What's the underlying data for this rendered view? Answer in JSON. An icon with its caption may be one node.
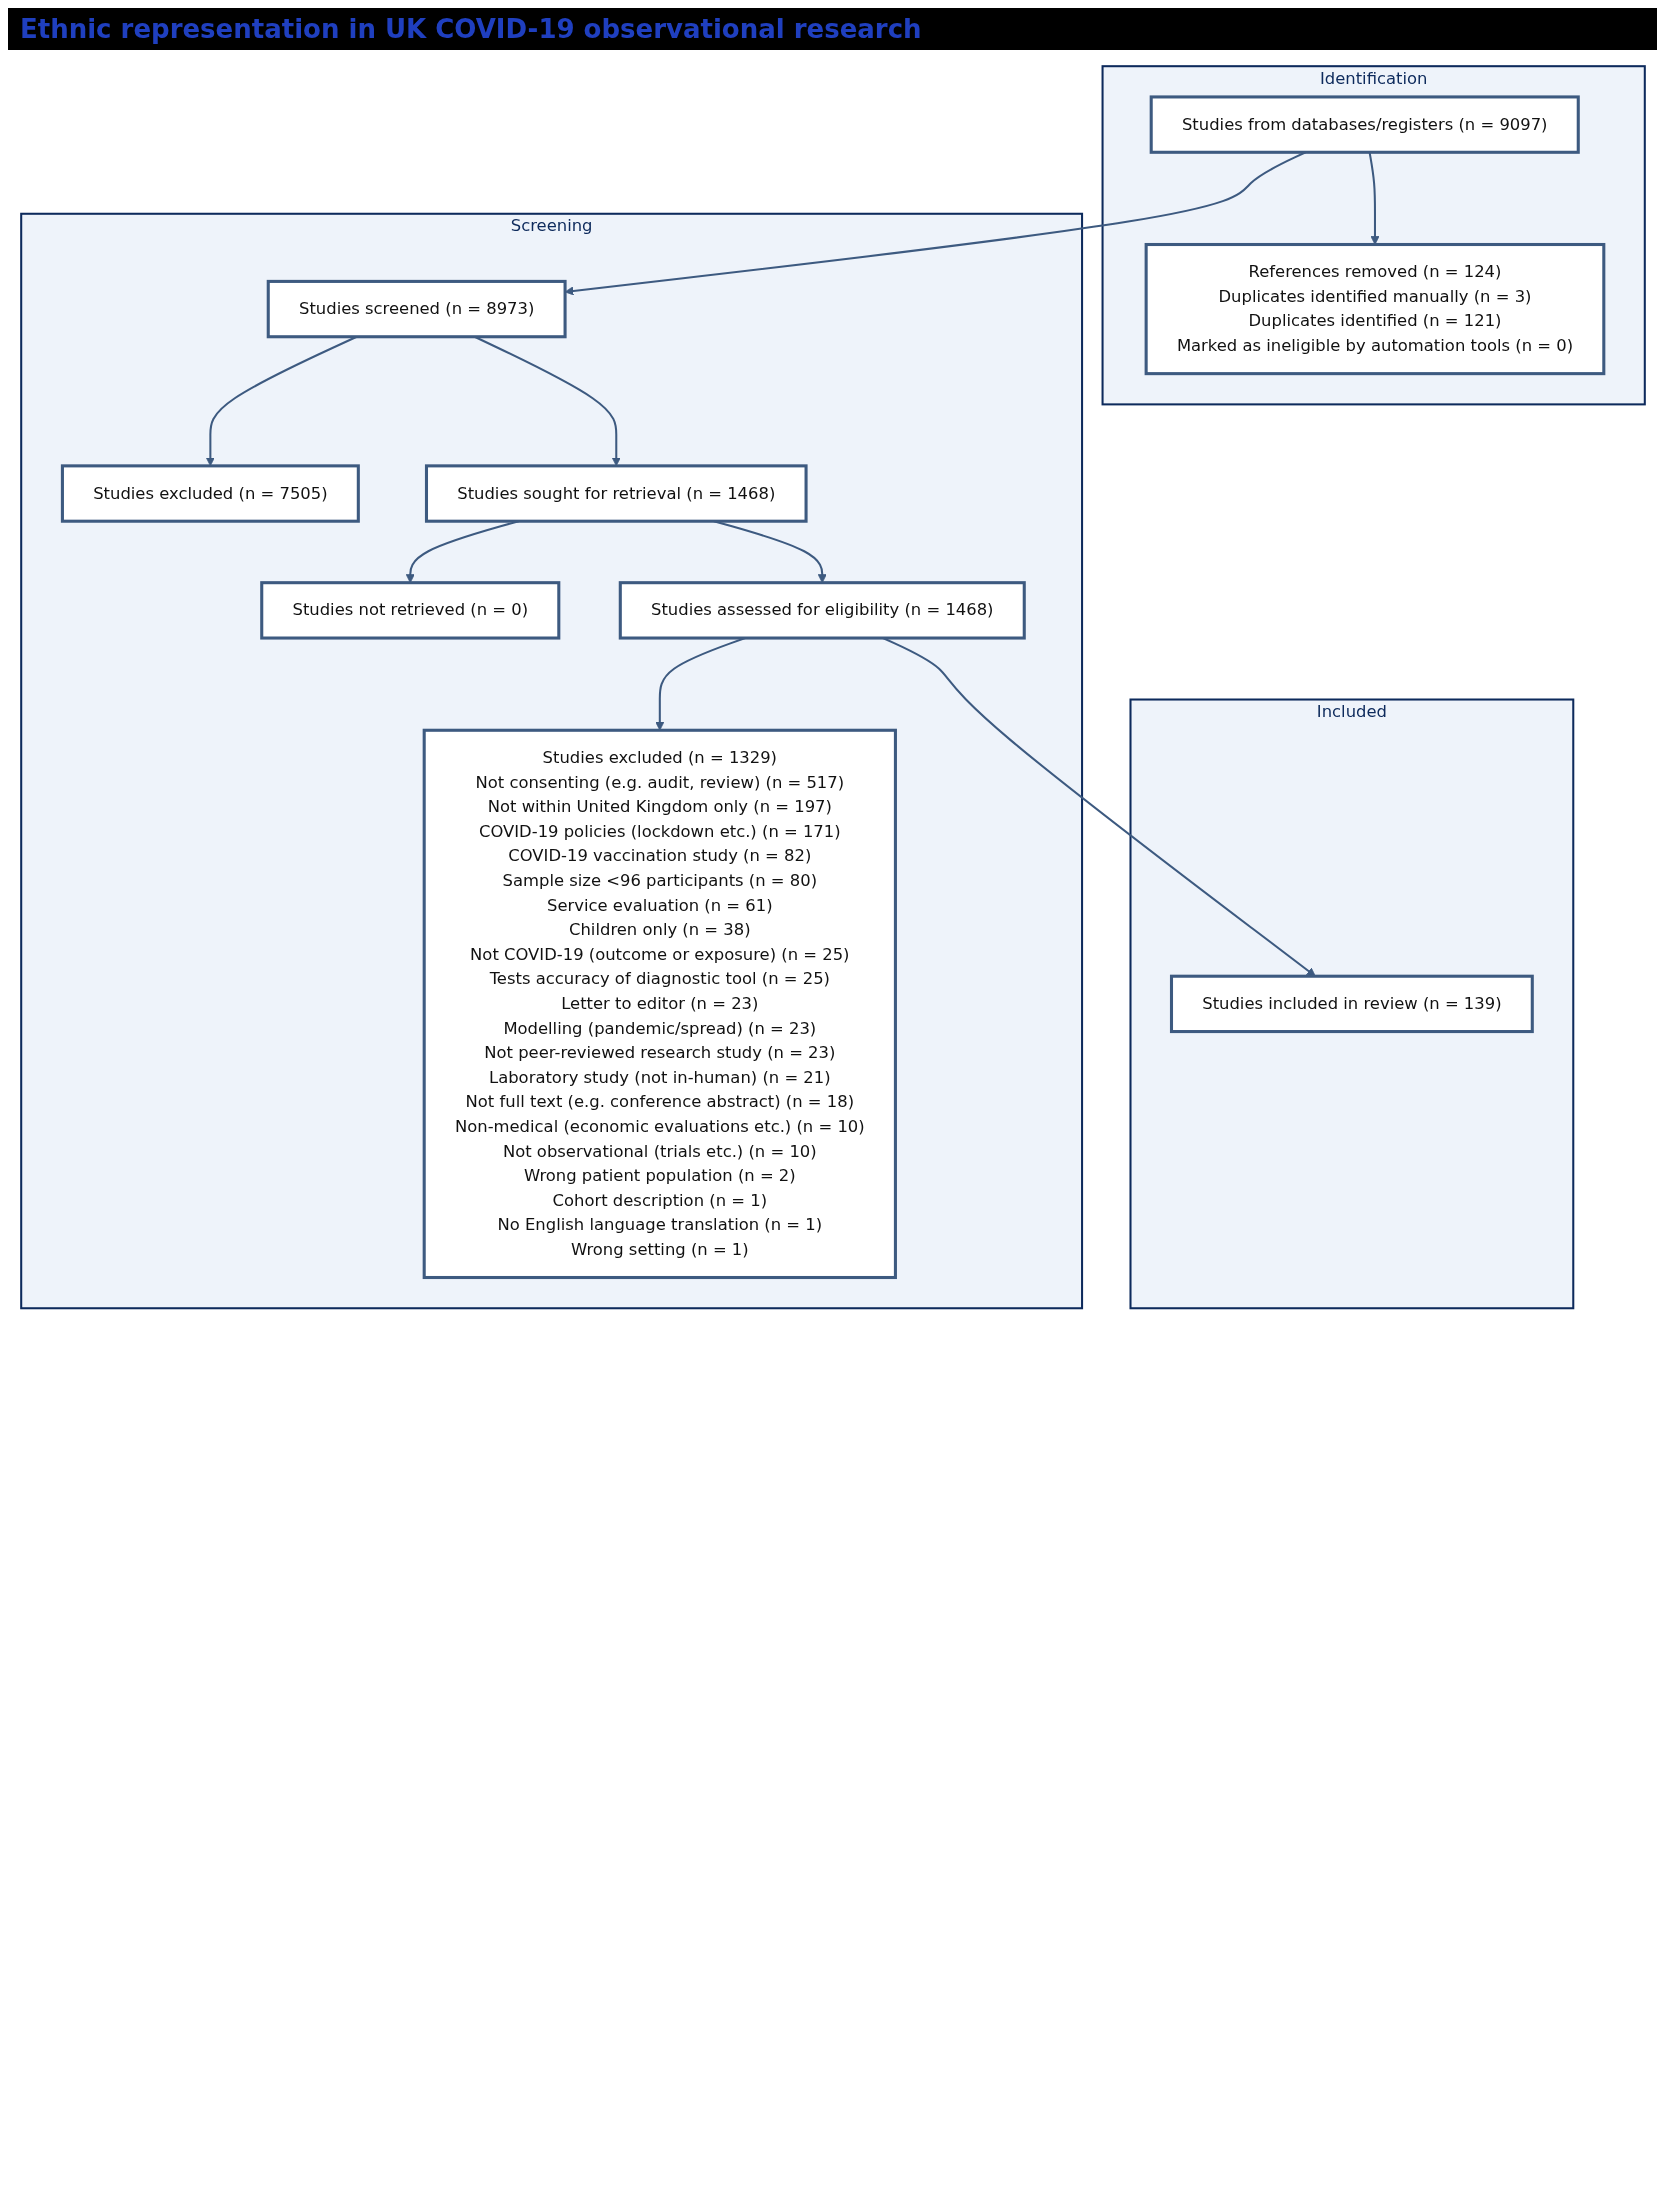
{
  "diagram": {
    "title": "Ethnic representation in UK COVID-19 observational research",
    "nodes": [
      {
        "text": [
          "Identification"
        ]
      },
      {
        "text": [
          "Studies from databases/registers (n = 9097)"
        ],
        "in": 0
      },
      {
        "text": [
          "References removed (n = 124)",
          "Duplicates identified manually (n = 3)",
          "Duplicates identified (n = 121)",
          "Marked as ineligible by automation tools (n = 0)"
        ],
        "in": 0
      },
      {
        "text": [
          "Screening"
        ]
      },
      {
        "text": [
          "Studies screened (n = 8973)"
        ],
        "in": 3
      },
      {
        "text": [
          "Studies excluded (n = 7505)"
        ],
        "in": 3
      },
      {
        "text": [
          "Studies sought for retrieval (n = 1468)"
        ],
        "in": 3
      },
      {
        "text": [
          "Studies not retrieved (n = 0)"
        ],
        "in": 3
      },
      {
        "text": [
          "Studies assessed for eligibility (n = 1468)"
        ],
        "in": 3
      },
      {
        "text": [
          "Studies excluded (n = 1329)",
          "Not consenting (e.g. audit, review) (n = 517)",
          "Not within United Kingdom only (n = 197)",
          "COVID-19 policies (lockdown etc.) (n = 171)",
          "COVID-19 vaccination study (n = 82)",
          "Sample size <96 participants (n = 80)",
          "Service evaluation (n = 61)",
          "Children only (n = 38)",
          "Not COVID-19 (outcome or exposure) (n = 25)",
          "Tests accuracy of diagnostic tool (n = 25)",
          "Letter to editor (n = 23)",
          "Modelling (pandemic/spread) (n = 23)",
          "Not peer-reviewed research study (n = 23)",
          "Laboratory study (not in-human) (n = 21)",
          "Not full text (e.g. conference abstract) (n = 18)",
          "Non-medical (economic evaluations etc.) (n = 10)",
          "Not observational (trials etc.) (n = 10)",
          "Wrong patient population (n = 2)",
          "Cohort description (n = 1)",
          "No English language translation (n = 1)",
          "Wrong setting (n = 1)"
        ],
        "in": 3
      },
      {
        "text": [
          "Included"
        ]
      },
      {
        "text": [
          "Studies included in review (n = 139)"
        ],
        "in": 10
      }
    ],
    "edges": [
      {
        "from": 1,
        "to": 2,
        "arrow": "to"
      },
      {
        "from": 1,
        "to": 4,
        "arrow": "to"
      },
      {
        "from": 4,
        "to": 5,
        "arrow": "to"
      },
      {
        "from": 4,
        "to": 6,
        "arrow": "to"
      },
      {
        "from": 6,
        "to": 7,
        "arrow": "to"
      },
      {
        "from": 6,
        "to": 8,
        "arrow": "to"
      },
      {
        "from": 8,
        "to": 9,
        "arrow": "to"
      },
      {
        "from": 8,
        "to": 11,
        "arrow": "to"
      }
    ]
  }
}
